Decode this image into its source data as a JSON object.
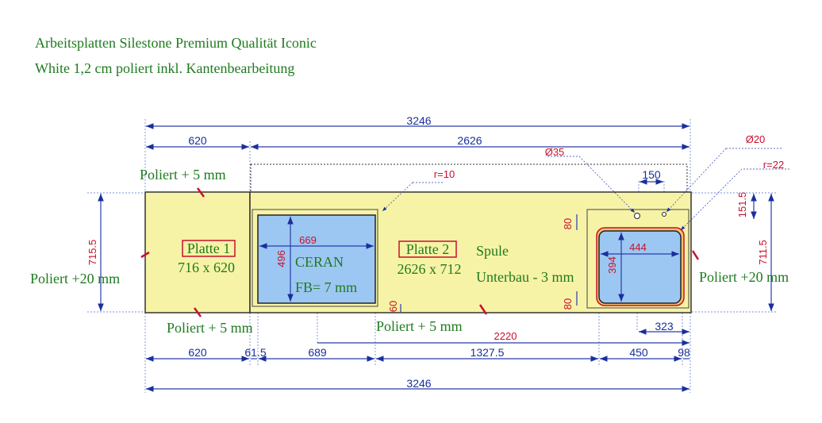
{
  "title": {
    "line1": "Arbeitsplatten Silestone Premium Qualität Iconic",
    "line2": "White 1,2 cm poliert inkl. Kantenbearbeitung"
  },
  "colors": {
    "plate_fill": "#f7f3a6",
    "cutout_fill": "#9cc7f2",
    "dimension_blue": "#1a2f9c",
    "dimension_red": "#c8102e",
    "label_green": "#1f7a1f"
  },
  "dimensions": {
    "total_top": "3246",
    "top_left": "620",
    "top_right": "2626",
    "bottom_620": "620",
    "bottom_615": "61.5",
    "bottom_689": "689",
    "bottom_13275": "1327.5",
    "bottom_450": "450",
    "bottom_98": "98",
    "bottom_2220": "2220",
    "bottom_323": "323",
    "total_bottom": "3246",
    "left_height": "715.5",
    "right_height": "711.5",
    "right_1515": "151.5",
    "ceran_width": "669",
    "ceran_height": "496",
    "ceran_gap": "60",
    "sink_width": "444",
    "sink_height": "394",
    "sink_80_top": "80",
    "sink_80_bottom": "80",
    "hole_spacing": "150",
    "radius_10": "r=10",
    "radius_22": "r=22",
    "dia_35": "Ø35",
    "dia_20": "Ø20"
  },
  "labels": {
    "poliert_top": "Poliert + 5 mm",
    "poliert_bottom_left": "Poliert + 5 mm",
    "poliert_bottom_mid": "Poliert + 5 mm",
    "poliert_left": "Poliert +20 mm",
    "poliert_right": "Poliert +20 mm",
    "platte1_name": "Platte 1",
    "platte1_size": "716 x 620",
    "platte2_name": "Platte 2",
    "platte2_size": "2626 x 712",
    "ceran": "CERAN",
    "ceran_fb": "FB= 7 mm",
    "spule": "Spule",
    "spule_unterbau": "Unterbau - 3 mm"
  }
}
